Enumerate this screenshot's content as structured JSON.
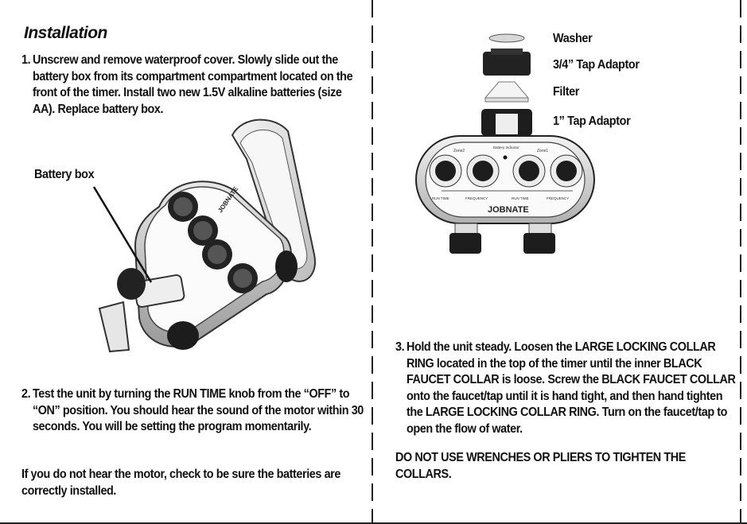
{
  "section_title": "Installation",
  "steps": [
    {
      "number": "1.",
      "text": "Unscrew and remove waterproof cover. Slowly slide out the battery box from its compartment compartment located on the front of the timer. Install two new 1.5V alkaline batteries (size AA). Replace battery box."
    },
    {
      "number": "2.",
      "text": "Test the unit by turning the RUN TIME knob from the “OFF” to “ON” position. You should hear the sound of the motor within 30 seconds. You will be setting the program momentarily."
    },
    {
      "number": "3.",
      "text": "Hold the unit steady. Loosen the LARGE LOCKING COLLAR RING located in the top of the timer until the inner BLACK FAUCET COLLAR is loose. Screw the BLACK FAUCET COLLAR onto the faucet/tap until it is hand tight, and then hand tighten the LARGE LOCKING COLLAR RING. Turn on the faucet/tap to open the flow of water."
    }
  ],
  "warning_motor": "If you do not hear the motor, check to be sure the batteries are correctly installed.",
  "warning_tools": "DO NOT USE WRENCHES OR PLIERS TO TIGHTEN THE COLLARS.",
  "left_figure": {
    "callout": "Battery box",
    "device_brand": "JOBNATE"
  },
  "right_figure": {
    "parts": [
      "Washer",
      "3/4” Tap Adaptor",
      "Filter",
      "1” Tap Adaptor"
    ],
    "device_brand": "JOBNATE",
    "zone_labels": [
      "Zone2",
      "Zone1"
    ],
    "battery_indicator": "Battery Indicator",
    "knob_labels": [
      "RUN TIME",
      "FREQUENCY",
      "RUN TIME",
      "FREQUENCY"
    ]
  }
}
